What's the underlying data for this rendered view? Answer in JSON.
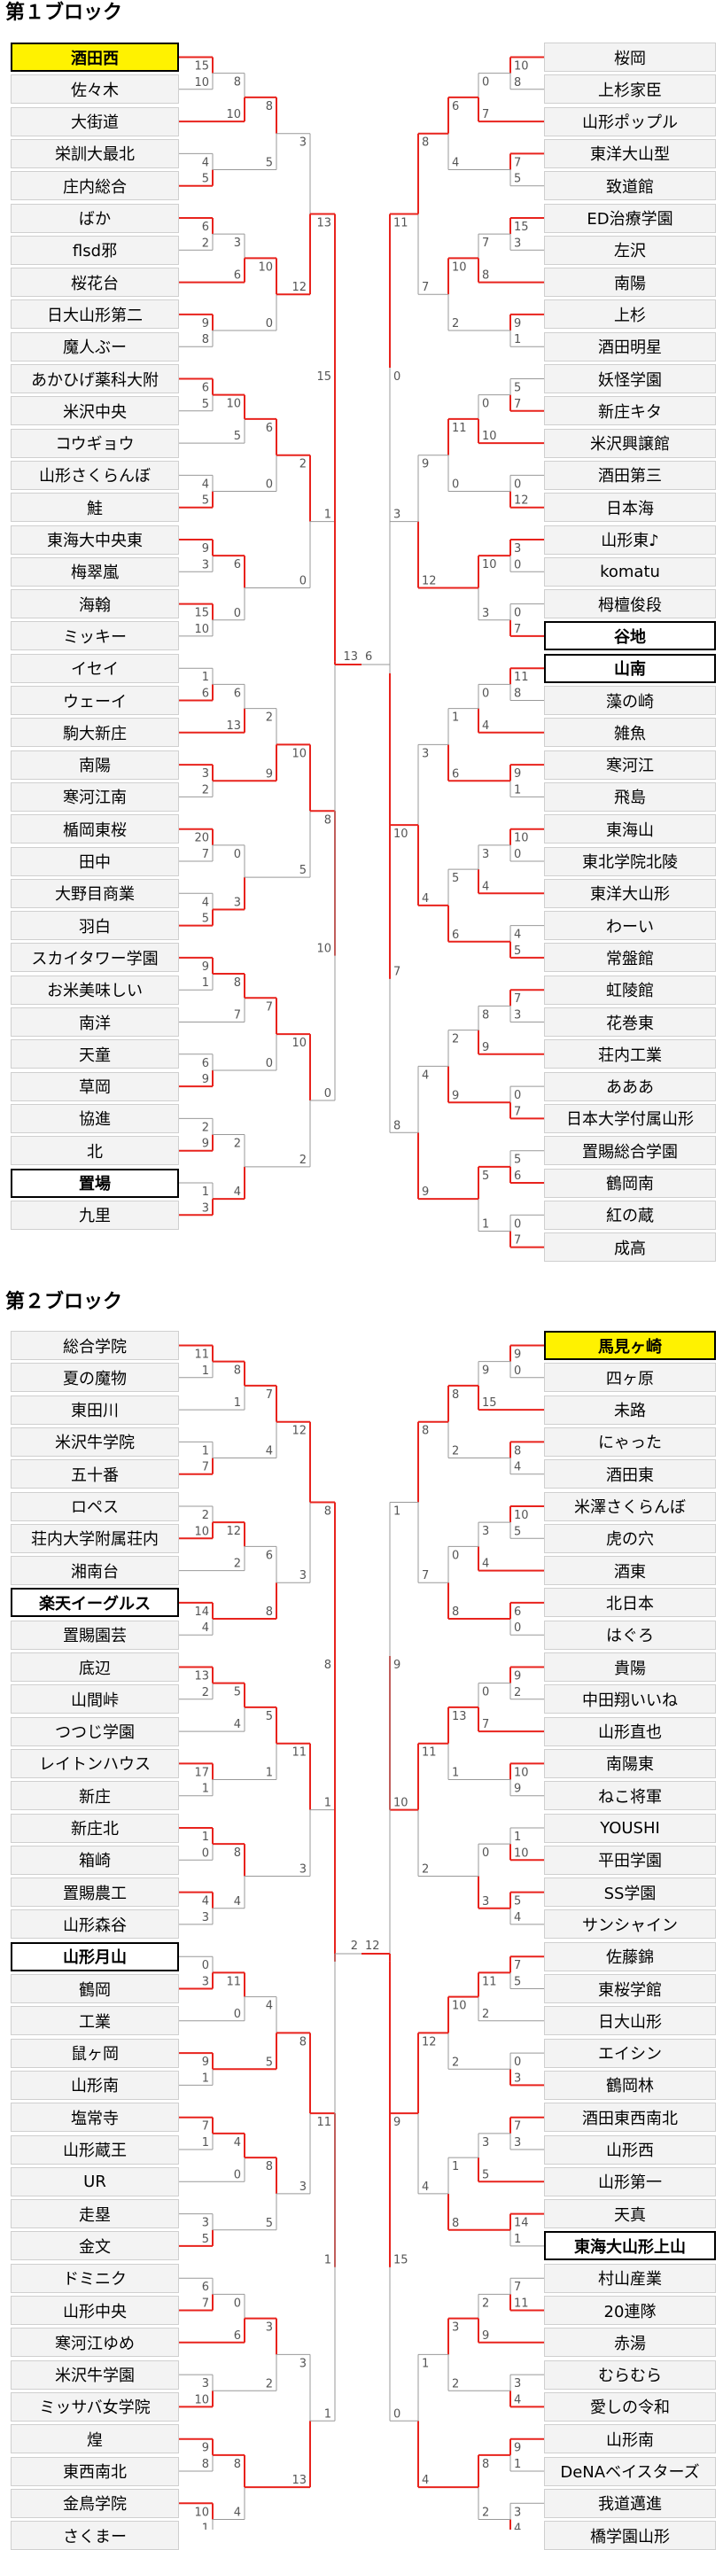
{
  "blocks": [
    {
      "title": "第１ブロック",
      "left_teams": [
        "酒田西",
        "佐々木",
        "大街道",
        "栄訓大最北",
        "庄内総合",
        "ばか",
        "flsd邪",
        "桜花台",
        "日大山形第二",
        "魔人ぶー",
        "あかひげ薬科大附",
        "米沢中央",
        "コウギョウ",
        "山形さくらんぼ",
        "鮭",
        "東海大中央東",
        "梅翠嵐",
        "海翰",
        "ミッキー",
        "イセイ",
        "ウェーイ",
        "駒大新庄",
        "南陽",
        "寒河江南",
        "楯岡東桜",
        "田中",
        "大野目商業",
        "羽白",
        "スカイタワー学園",
        "お米美味しい",
        "南洋",
        "天童",
        "草岡",
        "協進",
        "北",
        "置場",
        "九里"
      ],
      "right_teams": [
        "桜岡",
        "上杉家臣",
        "山形ポップル",
        "東洋大山型",
        "致道館",
        "ED治療学園",
        "左沢",
        "南陽",
        "上杉",
        "酒田明星",
        "妖怪学園",
        "新庄キタ",
        "米沢興譲館",
        "酒田第三",
        "日本海",
        "山形東♪",
        "komatu",
        "栂檀俊段",
        "谷地",
        "山南",
        "藻の崎",
        "雑魚",
        "寒河江",
        "飛島",
        "東海山",
        "東北学院北陵",
        "東洋大山形",
        "わーい",
        "常盤館",
        "虹陵館",
        "花巻東",
        "荘内工業",
        "あああ",
        "日本大学付属山形",
        "置賜総合学園",
        "鶴岡南",
        "紅の蔵",
        "成高"
      ],
      "left_win": [
        0
      ],
      "left_mark": [
        35
      ],
      "right_win": [],
      "right_mark": [
        18,
        19
      ],
      "left_scores": [
        {
          "a": "15",
          "b": "10"
        },
        {
          "a": "8",
          "b": "10"
        },
        {
          "a": "4",
          "b": "5"
        },
        {
          "a": "8",
          "b": "5"
        },
        {
          "a": "6",
          "b": "2"
        },
        {
          "a": "3",
          "b": "6"
        },
        {
          "a": "9",
          "b": "8"
        },
        {
          "a": "10",
          "b": "0"
        },
        {
          "a": "3",
          "b": "12"
        },
        {
          "a": "6",
          "b": "5"
        },
        {
          "a": "10",
          "b": "5"
        },
        {
          "a": "4",
          "b": "5"
        },
        {
          "a": "6",
          "b": "0"
        },
        {
          "a": "9",
          "b": "3"
        },
        {
          "a": "15",
          "b": "10"
        },
        {
          "a": "6",
          "b": "0"
        },
        {
          "a": "2",
          "b": "0"
        },
        {
          "a": "13",
          "b": "1"
        },
        {
          "a": "1",
          "b": "6"
        },
        {
          "a": "6",
          "b": "13"
        },
        {
          "a": "3",
          "b": "2"
        },
        {
          "a": "2",
          "b": "9"
        },
        {
          "a": "20",
          "b": "7"
        },
        {
          "a": "4",
          "b": "5"
        },
        {
          "a": "0",
          "b": "3"
        },
        {
          "a": "10",
          "b": "5"
        },
        {
          "a": "9",
          "b": "1"
        },
        {
          "a": "8",
          "b": "7"
        },
        {
          "a": "6",
          "b": "9"
        },
        {
          "a": "7",
          "b": "0"
        },
        {
          "a": "2",
          "b": "9"
        },
        {
          "a": "1",
          "b": "3"
        },
        {
          "a": "2",
          "b": "4"
        },
        {
          "a": "10",
          "b": "2"
        },
        {
          "a": "8",
          "b": "0"
        }
      ],
      "right_scores": [
        {
          "a": "10",
          "b": "8"
        },
        {
          "a": "0",
          "b": "7"
        },
        {
          "a": "7",
          "b": "5"
        },
        {
          "a": "6",
          "b": "4"
        },
        {
          "a": "15",
          "b": "3"
        },
        {
          "a": "7",
          "b": "8"
        },
        {
          "a": "9",
          "b": "1"
        },
        {
          "a": "10",
          "b": "2"
        },
        {
          "a": "8",
          "b": "7"
        },
        {
          "a": "5",
          "b": "7"
        },
        {
          "a": "0",
          "b": "10"
        },
        {
          "a": "0",
          "b": "12"
        },
        {
          "a": "11",
          "b": "0"
        },
        {
          "a": "3",
          "b": "0"
        },
        {
          "a": "0",
          "b": "7"
        },
        {
          "a": "10",
          "b": "3"
        },
        {
          "a": "9",
          "b": "12"
        },
        {
          "a": "11",
          "b": "3"
        },
        {
          "a": "11",
          "b": "8"
        },
        {
          "a": "0",
          "b": "4"
        },
        {
          "a": "9",
          "b": "1"
        },
        {
          "a": "1",
          "b": "6"
        },
        {
          "a": "10",
          "b": "0"
        },
        {
          "a": "3",
          "b": "4"
        },
        {
          "a": "4",
          "b": "5"
        },
        {
          "a": "5",
          "b": "6"
        },
        {
          "a": "3",
          "b": "4"
        },
        {
          "a": "7",
          "b": "3"
        },
        {
          "a": "8",
          "b": "9"
        },
        {
          "a": "0",
          "b": "7"
        },
        {
          "a": "2",
          "b": "9"
        },
        {
          "a": "5",
          "b": "6"
        },
        {
          "a": "0",
          "b": "7"
        },
        {
          "a": "5",
          "b": "1"
        },
        {
          "a": "4",
          "b": "9"
        }
      ],
      "final": {
        "a": "13",
        "b": "6"
      }
    },
    {
      "title": "第２ブロック",
      "left_teams": [
        "総合学院",
        "夏の魔物",
        "東田川",
        "米沢牛学院",
        "五十番",
        "ロペス",
        "荘内大学附属荘内",
        "湘南台",
        "楽天イーグルス",
        "置賜園芸",
        "底辺",
        "山間峠",
        "つつじ学園",
        "レイトンハウス",
        "新庄",
        "新庄北",
        "箱崎",
        "置賜農工",
        "山形森谷",
        "山形月山",
        "鶴岡",
        "工業",
        "鼠ヶ岡",
        "山形南",
        "塩常寺",
        "山形蔵王",
        "UR",
        "走塁",
        "金文",
        "ドミニク",
        "山形中央",
        "寒河江ゆめ",
        "米沢牛学園",
        "ミッサバ女学院",
        "煌",
        "東西南北",
        "金鳥学院",
        "さくまー"
      ],
      "right_teams": [
        "馬見ヶ崎",
        "四ヶ原",
        "未路",
        "にゃった",
        "酒田東",
        "米澤さくらんぼ",
        "虎の穴",
        "酒東",
        "北日本",
        "はぐろ",
        "貴陽",
        "中田翔いいね",
        "山形直也",
        "南陽東",
        "ねこ将軍",
        "YOUSHI",
        "平田学園",
        "SS学園",
        "サンシャイン",
        "佐藤錦",
        "東桜学館",
        "日大山形",
        "エイシン",
        "鶴岡林",
        "酒田東西南北",
        "山形西",
        "山形第一",
        "天真",
        "東海大山形上山",
        "村山産業",
        "20連隊",
        "赤湯",
        "むらむら",
        "愛しの令和",
        "山形南",
        "DeNAベイスターズ",
        "我道邁進",
        "橋学園山形"
      ],
      "left_win": [],
      "left_mark": [
        8,
        19
      ],
      "right_win": [
        0
      ],
      "right_mark": [
        28
      ],
      "left_scores": [
        {
          "a": "11",
          "b": "1"
        },
        {
          "a": "8",
          "b": "1"
        },
        {
          "a": "1",
          "b": "7"
        },
        {
          "a": "7",
          "b": "4"
        },
        {
          "a": "2",
          "b": "10"
        },
        {
          "a": "12",
          "b": "2"
        },
        {
          "a": "14",
          "b": "4"
        },
        {
          "a": "6",
          "b": "8"
        },
        {
          "a": "12",
          "b": "3"
        },
        {
          "a": "13",
          "b": "2"
        },
        {
          "a": "5",
          "b": "4"
        },
        {
          "a": "17",
          "b": "1"
        },
        {
          "a": "5",
          "b": "1"
        },
        {
          "a": "1",
          "b": "0"
        },
        {
          "a": "4",
          "b": "3"
        },
        {
          "a": "8",
          "b": "4"
        },
        {
          "a": "11",
          "b": "3"
        },
        {
          "a": "8",
          "b": "1"
        },
        {
          "a": "0",
          "b": "3"
        },
        {
          "a": "11",
          "b": "0"
        },
        {
          "a": "9",
          "b": "1"
        },
        {
          "a": "4",
          "b": "5"
        },
        {
          "a": "7",
          "b": "1"
        },
        {
          "a": "4",
          "b": "0"
        },
        {
          "a": "3",
          "b": "5"
        },
        {
          "a": "8",
          "b": "5"
        },
        {
          "a": "8",
          "b": "3"
        },
        {
          "a": "6",
          "b": "7"
        },
        {
          "a": "0",
          "b": "6"
        },
        {
          "a": "3",
          "b": "10"
        },
        {
          "a": "3",
          "b": "2"
        },
        {
          "a": "9",
          "b": "8"
        },
        {
          "a": "10",
          "b": "1"
        },
        {
          "a": "8",
          "b": "4"
        },
        {
          "a": "3",
          "b": "13"
        }
      ],
      "right_scores": [
        {
          "a": "9",
          "b": "0"
        },
        {
          "a": "9",
          "b": "15"
        },
        {
          "a": "8",
          "b": "4"
        },
        {
          "a": "8",
          "b": "2"
        },
        {
          "a": "10",
          "b": "5"
        },
        {
          "a": "3",
          "b": "4"
        },
        {
          "a": "6",
          "b": "0"
        },
        {
          "a": "0",
          "b": "8"
        },
        {
          "a": "8",
          "b": "7"
        },
        {
          "a": "9",
          "b": "2"
        },
        {
          "a": "0",
          "b": "7"
        },
        {
          "a": "10",
          "b": "9"
        },
        {
          "a": "13",
          "b": "1"
        },
        {
          "a": "1",
          "b": "10"
        },
        {
          "a": "5",
          "b": "4"
        },
        {
          "a": "0",
          "b": "3"
        },
        {
          "a": "11",
          "b": "2"
        },
        {
          "a": "1",
          "b": "10"
        },
        {
          "a": "7",
          "b": "5"
        },
        {
          "a": "11",
          "b": "2"
        },
        {
          "a": "0",
          "b": "3"
        },
        {
          "a": "10",
          "b": "2"
        },
        {
          "a": "7",
          "b": "3"
        },
        {
          "a": "3",
          "b": "5"
        },
        {
          "a": "14",
          "b": "1"
        },
        {
          "a": "1",
          "b": "8"
        },
        {
          "a": "12",
          "b": "4"
        },
        {
          "a": "7",
          "b": "11"
        },
        {
          "a": "2",
          "b": "9"
        },
        {
          "a": "3",
          "b": "4"
        },
        {
          "a": "3",
          "b": "2"
        },
        {
          "a": "9",
          "b": "1"
        },
        {
          "a": "3",
          "b": "4"
        },
        {
          "a": "8",
          "b": "2"
        },
        {
          "a": "1",
          "b": "4"
        }
      ],
      "final": {
        "a": "2",
        "b": "12"
      }
    }
  ]
}
